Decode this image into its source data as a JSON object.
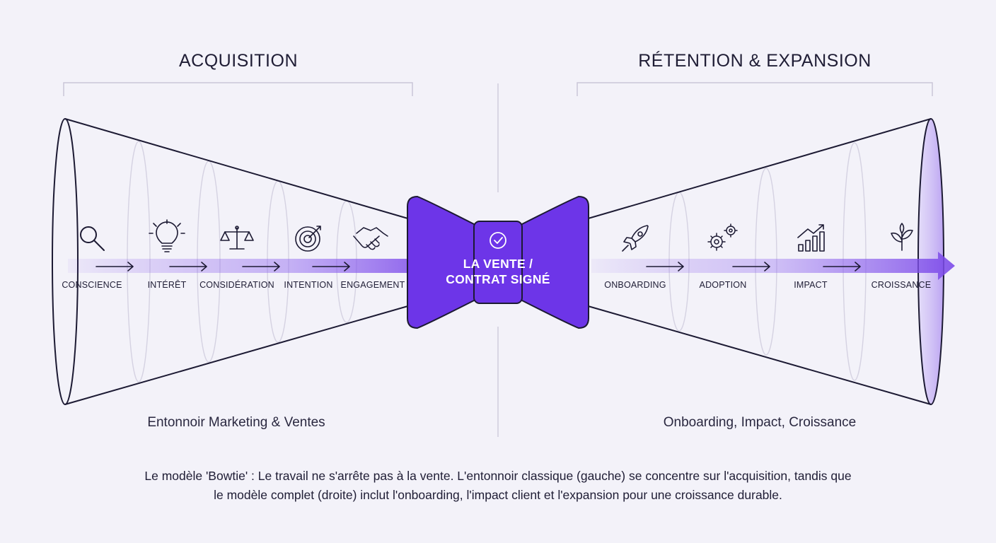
{
  "left_section": {
    "title": "ACQUISITION",
    "caption": "Entonnoir Marketing & Ventes",
    "stages": [
      {
        "label": "CONSCIENCE",
        "icon": "magnifier-icon"
      },
      {
        "label": "INTÉRÊT",
        "icon": "lightbulb-icon"
      },
      {
        "label": "CONSIDÉRATION",
        "icon": "balance-scale-icon"
      },
      {
        "label": "INTENTION",
        "icon": "target-icon"
      },
      {
        "label": "ENGAGEMENT",
        "icon": "handshake-icon"
      }
    ]
  },
  "center": {
    "label_line1": "LA VENTE /",
    "label_line2": "CONTRAT SIGNÉ",
    "icon": "check-circle-icon"
  },
  "right_section": {
    "title": "RÉTENTION & EXPANSION",
    "caption": "Onboarding, Impact, Croissance",
    "stages": [
      {
        "label": "ONBOARDING",
        "icon": "rocket-icon"
      },
      {
        "label": "ADOPTION",
        "icon": "gears-icon"
      },
      {
        "label": "IMPACT",
        "icon": "bar-chart-growth-icon"
      },
      {
        "label": "CROISSANCE",
        "icon": "sprout-icon"
      }
    ]
  },
  "footnote": {
    "line1": "Le modèle 'Bowtie' : Le travail ne s'arrête pas à la vente. L'entonnoir classique (gauche) se concentre sur l'acquisition, tandis que",
    "line2": "le modèle complet (droite) inclut l'onboarding, l'impact client et l'expansion pour une croissance durable."
  },
  "colors": {
    "accent": "#6d35e8",
    "accent_light": "#cbb9f7",
    "line": "#1c1a33",
    "background": "#f3f2f9"
  }
}
